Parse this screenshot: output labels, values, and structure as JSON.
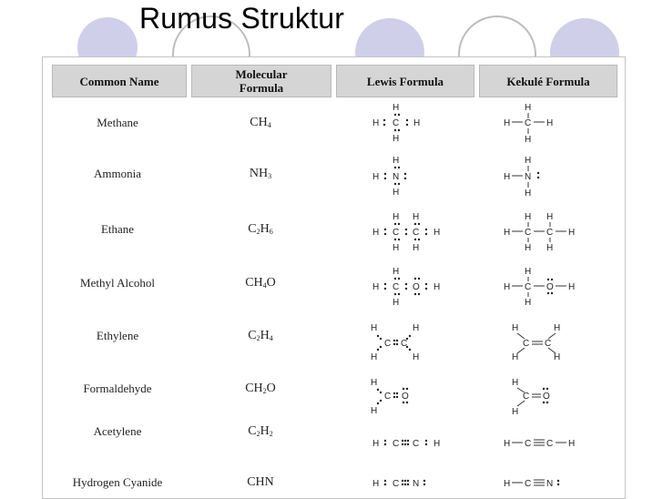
{
  "title": "Rumus Struktur",
  "headers": {
    "common": "Common Name",
    "molecular": "Molecular Formula",
    "lewis": "Lewis Formula",
    "kekule": "Kekulé Formula"
  },
  "rows": [
    {
      "name": "Methane",
      "formula_base": "CH",
      "formula_sub": "4"
    },
    {
      "name": "Ammonia",
      "formula_base": "NH",
      "formula_sub": "3"
    },
    {
      "name": "Ethane",
      "formula_parts": [
        "C",
        "2",
        "H",
        "6"
      ]
    },
    {
      "name": "Methyl Alcohol",
      "formula_parts": [
        "CH",
        "4",
        "O",
        ""
      ]
    },
    {
      "name": "Ethylene",
      "formula_parts": [
        "C",
        "2",
        "H",
        "4"
      ]
    },
    {
      "name": "Formaldehyde",
      "formula_parts": [
        "CH",
        "2",
        "O",
        ""
      ]
    },
    {
      "name": "Acetylene",
      "formula_parts": [
        "C",
        "2",
        "H",
        "2"
      ]
    },
    {
      "name": "Hydrogen Cyanide",
      "formula_parts": [
        "CHN",
        "",
        "",
        ""
      ]
    }
  ],
  "atoms": {
    "h": "H",
    "c": "C",
    "n": "N",
    "o": "O"
  },
  "colors": {
    "header_bg": "#d5d5d5",
    "circle": "#c8c8e6",
    "circle_outline": "#b0b0b0"
  }
}
